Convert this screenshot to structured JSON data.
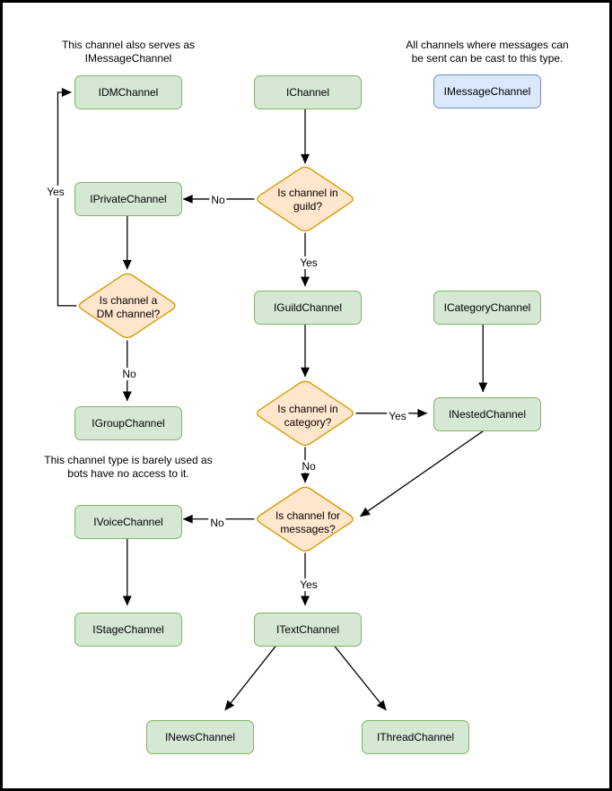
{
  "colors": {
    "node_green_fill": "#d5e8d4",
    "node_green_stroke": "#82b366",
    "node_blue_fill": "#dae8fc",
    "node_blue_stroke": "#6c8ebf",
    "decision_fill": "#ffe6cc",
    "decision_stroke": "#d79b00",
    "arrow": "#000000",
    "text": "#000000"
  },
  "annotations": {
    "dm_note": {
      "line1": "This channel also serves as",
      "line2": "IMessageChannel"
    },
    "message_note": {
      "line1": "All channels where messages can",
      "line2": "be sent can be cast to this type."
    },
    "group_note": {
      "line1": "This channel type is barely used as",
      "line2": "bots have no access to it."
    }
  },
  "nodes": {
    "idm": "IDMChannel",
    "ichannel": "IChannel",
    "imessage": "IMessageChannel",
    "iprivate": "IPrivateChannel",
    "iguild": "IGuildChannel",
    "icategory": "ICategoryChannel",
    "igroup": "IGroupChannel",
    "inested": "INestedChannel",
    "ivoice": "IVoiceChannel",
    "istage": "IStageChannel",
    "itext": "ITextChannel",
    "inews": "INewsChannel",
    "ithread": "IThreadChannel"
  },
  "decisions": {
    "guild": {
      "line1": "Is channel in",
      "line2": "guild?"
    },
    "dm": {
      "line1": "Is channel a",
      "line2": "DM channel?"
    },
    "category": {
      "line1": "Is channel in",
      "line2": "category?"
    },
    "messages": {
      "line1": "Is channel for",
      "line2": "messages?"
    }
  },
  "edge_labels": {
    "dm_yes": "Yes",
    "guild_no": "No",
    "guild_yes": "Yes",
    "dm_no": "No",
    "category_yes": "Yes",
    "category_no": "No",
    "messages_no": "No",
    "messages_yes": "Yes"
  }
}
